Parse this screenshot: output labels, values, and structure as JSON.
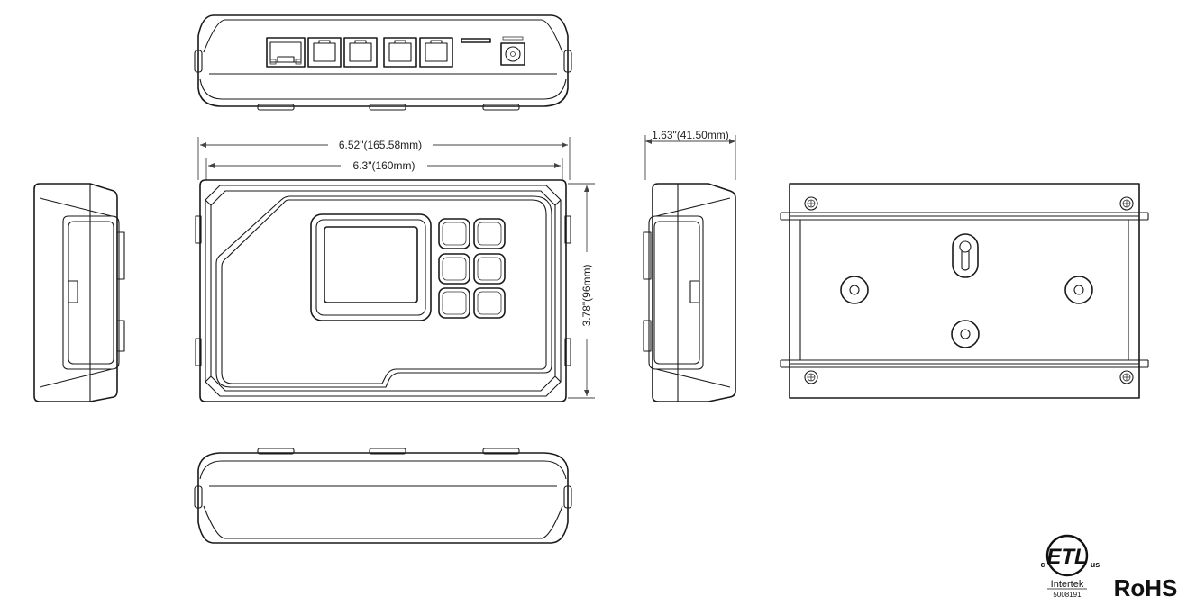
{
  "dimensions": {
    "overall_width": "6.52\"(165.58mm)",
    "body_width": "6.3\"(160mm)",
    "height": "3.78\"(96mm)",
    "depth": "1.63\"(41.50mm)"
  },
  "certifications": {
    "etl_mark": "ETL",
    "etl_c": "c",
    "etl_us": "us",
    "intertek": "Intertek",
    "intertek_number": "5008191",
    "rohs": "RoHS"
  },
  "views": [
    "top-view",
    "left-side-view",
    "front-view",
    "right-side-view",
    "back-view",
    "bottom-view"
  ]
}
